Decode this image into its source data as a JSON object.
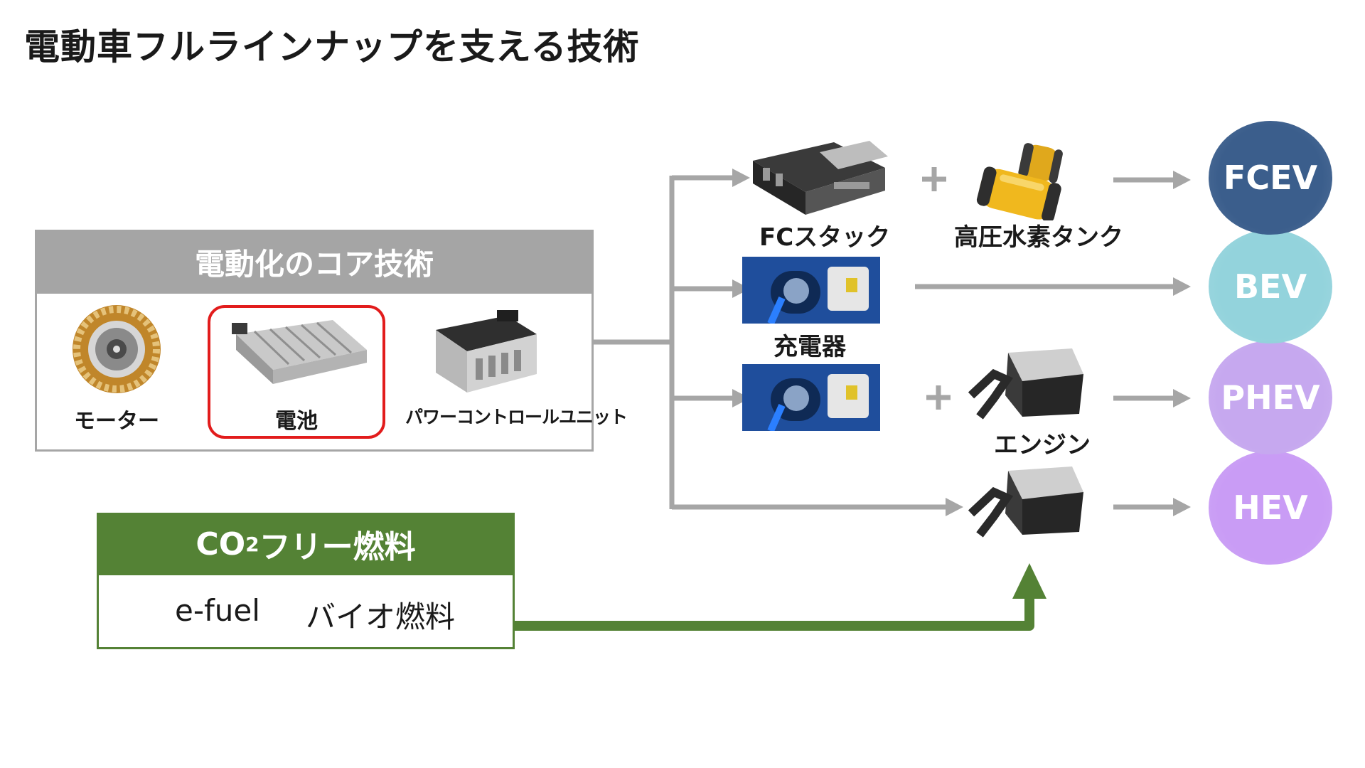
{
  "title": "電動車フルラインナップを支える技術",
  "core": {
    "header": "電動化のコア技術",
    "components": [
      {
        "label": "モーター",
        "icon": "motor-icon"
      },
      {
        "label": "電池",
        "icon": "battery-pack-icon",
        "highlighted": true
      },
      {
        "label": "パワーコントロールユニット",
        "icon": "power-control-unit-icon"
      }
    ]
  },
  "fuel": {
    "header_main": "CO",
    "header_sub": "2",
    "header_rest": "フリー燃料",
    "items": [
      "e-fuel",
      "バイオ燃料"
    ]
  },
  "parts": {
    "fc_stack": "FCスタック",
    "h2_tank": "高圧水素タンク",
    "charger": "充電器",
    "engine": "エンジン",
    "plus": "+"
  },
  "vehicles": [
    {
      "label": "FCEV",
      "color": "#3b5e8c"
    },
    {
      "label": "BEV",
      "color": "#93d3dc"
    },
    {
      "label": "PHEV",
      "color": "#c6a8ef"
    },
    {
      "label": "HEV",
      "color": "#c99cf5"
    }
  ],
  "colors": {
    "arrow_gray": "#a6a6a6",
    "green": "#548235",
    "highlight_red": "#e21c1c"
  }
}
